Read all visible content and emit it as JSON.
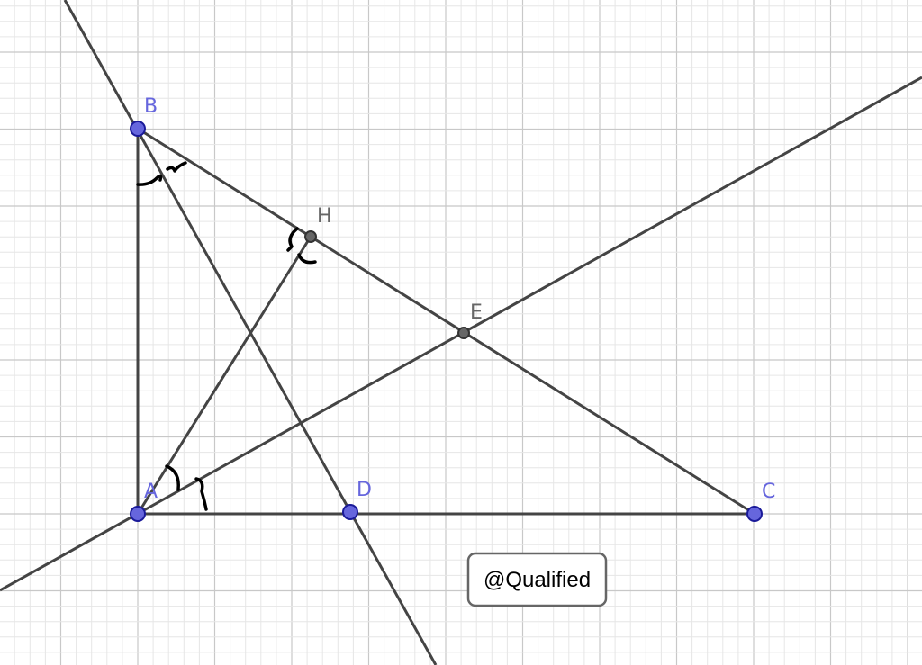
{
  "points": [
    {
      "id": "A",
      "label": "A",
      "kind": "free"
    },
    {
      "id": "B",
      "label": "B",
      "kind": "free"
    },
    {
      "id": "C",
      "label": "C",
      "kind": "free"
    },
    {
      "id": "D",
      "label": "D",
      "kind": "free"
    },
    {
      "id": "H",
      "label": "H",
      "kind": "dependent"
    },
    {
      "id": "E",
      "label": "E",
      "kind": "dependent"
    }
  ],
  "segments": [
    [
      "A",
      "B"
    ],
    [
      "A",
      "C"
    ],
    [
      "B",
      "C"
    ],
    [
      "A",
      "H"
    ]
  ],
  "lines": [
    [
      "B",
      "D"
    ],
    [
      "A",
      "E"
    ]
  ],
  "watermark": "@Qualified",
  "colors": {
    "free_point": "#6666dd",
    "free_point_stroke": "#1a1a99",
    "dependent_point": "#666666",
    "dependent_point_stroke": "#333333",
    "line": "#444444",
    "grid_minor": "#e6e6e6",
    "grid_major": "#c8c8c8",
    "free_label": "#6666dd",
    "dependent_label": "#666666",
    "angle_mark": "#000000",
    "watermark_text": "#000000",
    "watermark_border": "#666666"
  }
}
